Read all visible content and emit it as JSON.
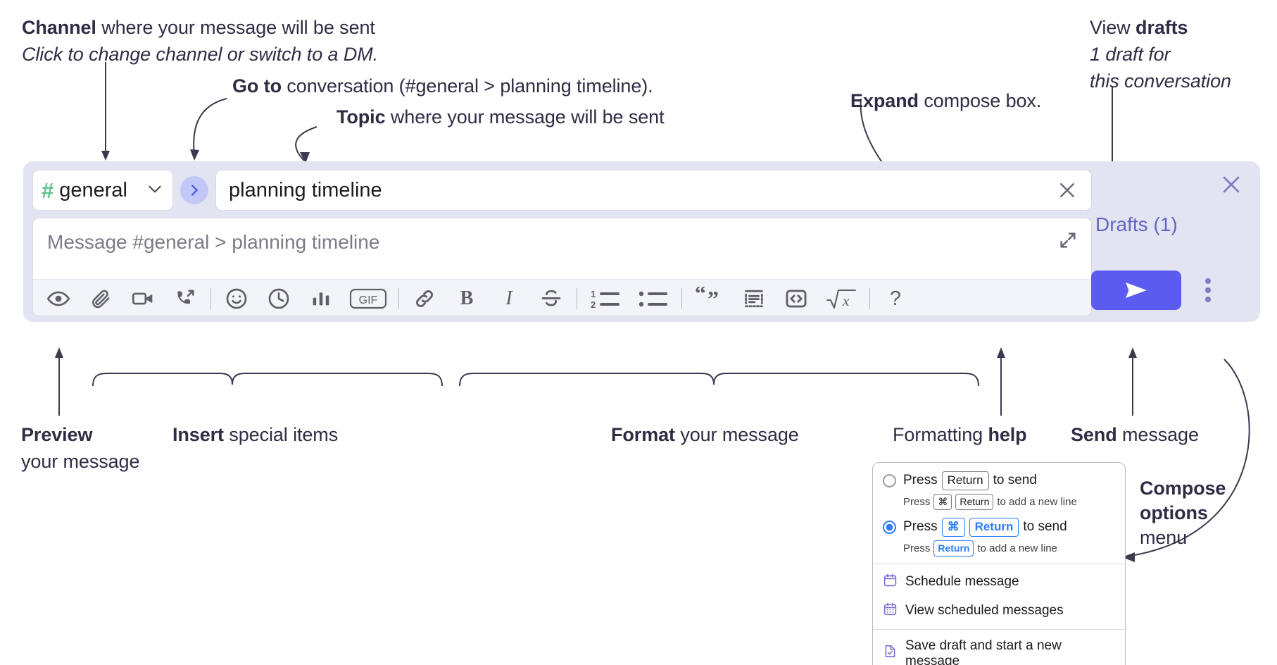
{
  "annotations": {
    "channel": {
      "bold": "Channel",
      "rest": " where your message will be sent",
      "italic": "Click to change channel or switch to a DM."
    },
    "goto": {
      "bold": "Go to",
      "rest": " conversation (#general > planning timeline)."
    },
    "topic": {
      "bold": "Topic",
      "rest": " where your message will be sent"
    },
    "expand": {
      "bold": "Expand",
      "rest": " compose box."
    },
    "drafts": {
      "pre": "View ",
      "bold": "drafts",
      "italic1": "1 draft for",
      "italic2": "this conversation"
    },
    "preview": {
      "bold": "Preview",
      "rest": "your message"
    },
    "insert": {
      "bold": "Insert",
      "rest": " special items"
    },
    "format": {
      "bold": "Format",
      "rest": " your message"
    },
    "help": {
      "pre": "Formatting ",
      "bold": "help"
    },
    "send": {
      "bold": "Send",
      "rest": " message"
    },
    "compose_options": {
      "bold1": "Compose",
      "bold2": "options",
      "rest": "menu"
    }
  },
  "compose": {
    "channel": {
      "hash": "#",
      "name": "general",
      "chevron": "chevron-down-icon"
    },
    "goto_button": "go-to-conversation-icon",
    "topic": {
      "value": "planning timeline",
      "clear": "close-icon"
    },
    "editor": {
      "placeholder": "Message #general > planning timeline",
      "expand": "expand-icon"
    },
    "toolbar": [
      {
        "name": "preview-button",
        "icon": "eye"
      },
      {
        "name": "attach-file-button",
        "icon": "paperclip"
      },
      {
        "name": "video-clip-button",
        "icon": "video-camera"
      },
      {
        "name": "audio-clip-button",
        "icon": "phone-arrow"
      },
      {
        "name": "separator-1",
        "icon": "separator"
      },
      {
        "name": "emoji-button",
        "icon": "smiley"
      },
      {
        "name": "mention-time-button",
        "icon": "clock"
      },
      {
        "name": "poll-button",
        "icon": "bar-chart"
      },
      {
        "name": "gif-button",
        "icon": "gif",
        "label": "GIF"
      },
      {
        "name": "separator-2",
        "icon": "separator"
      },
      {
        "name": "link-button",
        "icon": "link"
      },
      {
        "name": "bold-button",
        "icon": "bold",
        "label": "B"
      },
      {
        "name": "italic-button",
        "icon": "italic",
        "label": "I"
      },
      {
        "name": "strikethrough-button",
        "icon": "strikethrough",
        "label": "S"
      },
      {
        "name": "separator-3",
        "icon": "separator"
      },
      {
        "name": "ordered-list-button",
        "icon": "ordered-list"
      },
      {
        "name": "bulleted-list-button",
        "icon": "bulleted-list"
      },
      {
        "name": "separator-4",
        "icon": "separator"
      },
      {
        "name": "blockquote-button",
        "icon": "quote"
      },
      {
        "name": "code-block-button",
        "icon": "code-block"
      },
      {
        "name": "inline-code-button",
        "icon": "code-brackets"
      },
      {
        "name": "latex-button",
        "icon": "square-root-x"
      },
      {
        "name": "separator-5",
        "icon": "separator"
      },
      {
        "name": "formatting-help-button",
        "icon": "question-mark",
        "label": "?"
      }
    ],
    "rail": {
      "close": "close-icon",
      "drafts_label": "Drafts (1)",
      "send": "send-icon",
      "more": "kebab-icon"
    }
  },
  "dropdown": {
    "options": [
      {
        "selected": false,
        "main": [
          {
            "t": "text",
            "v": "Press"
          },
          {
            "t": "key",
            "v": "Return"
          },
          {
            "t": "text",
            "v": "to send"
          }
        ],
        "sub": [
          {
            "t": "text",
            "v": "Press"
          },
          {
            "t": "key",
            "v": "⌘"
          },
          {
            "t": "key",
            "v": "Return"
          },
          {
            "t": "text",
            "v": "to add a new line"
          }
        ]
      },
      {
        "selected": true,
        "main": [
          {
            "t": "text",
            "v": "Press"
          },
          {
            "t": "keyblue",
            "v": "⌘"
          },
          {
            "t": "keyblue",
            "v": "Return"
          },
          {
            "t": "text",
            "v": "to send"
          }
        ],
        "sub": [
          {
            "t": "text",
            "v": "Press"
          },
          {
            "t": "keyblue",
            "v": "Return"
          },
          {
            "t": "text",
            "v": "to add a new line"
          }
        ]
      }
    ],
    "items_group_1": [
      {
        "icon": "calendar-schedule-icon",
        "label": "Schedule message"
      },
      {
        "icon": "calendar-grid-icon",
        "label": "View scheduled messages"
      }
    ],
    "items_group_2": [
      {
        "icon": "save-draft-icon",
        "label": "Save draft and start a new message"
      }
    ]
  },
  "colors": {
    "panel_bg": "#e3e4f1",
    "accent_send": "#5b5bf0",
    "hash_green": "#5bc48e",
    "drafts_purple": "#6264c7",
    "anno_text": "#2f2c43",
    "key_blue": "#2e7cf6",
    "menu_icon_purple": "#7b7cc4"
  }
}
